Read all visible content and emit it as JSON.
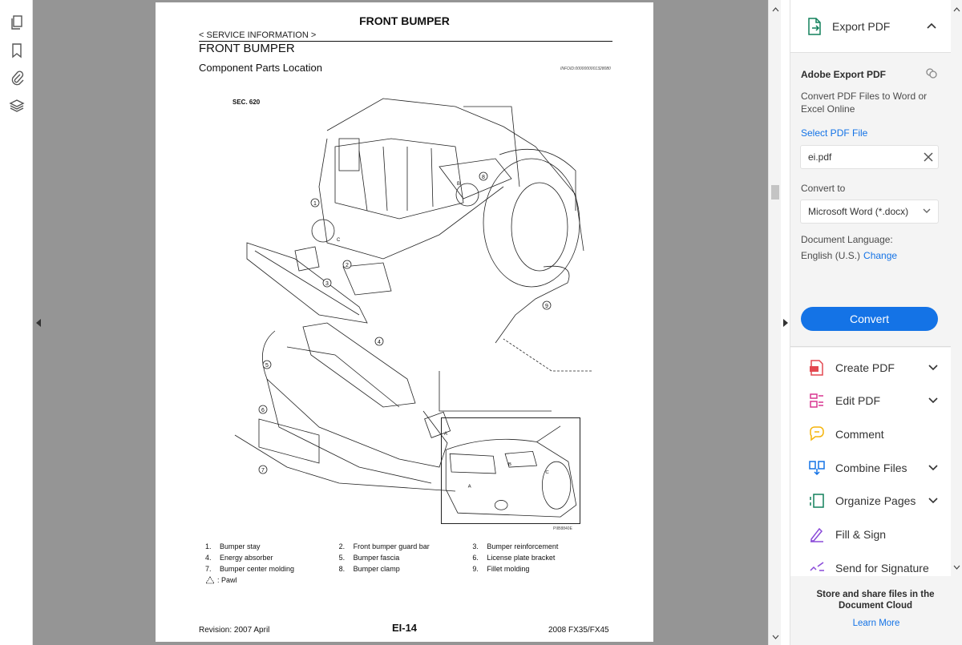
{
  "document": {
    "heading": "FRONT BUMPER",
    "section": "< SERVICE INFORMATION >",
    "title": "FRONT BUMPER",
    "subtitle": "Component Parts Location",
    "info_code": "INFOID:0000000001328080",
    "sec_label": "SEC. 620",
    "inset_code": "PIIB8840E",
    "callouts": [
      "1",
      "2",
      "3",
      "4",
      "5",
      "6",
      "7",
      "8",
      "9"
    ],
    "letters": [
      "A",
      "B",
      "C"
    ],
    "legend": [
      [
        {
          "num": "1.",
          "text": "Bumper stay"
        },
        {
          "num": "2.",
          "text": "Front bumper guard bar"
        },
        {
          "num": "3.",
          "text": "Bumper reinforcement"
        }
      ],
      [
        {
          "num": "4.",
          "text": "Energy absorber"
        },
        {
          "num": "5.",
          "text": "Bumper fascia"
        },
        {
          "num": "6.",
          "text": "License plate bracket"
        }
      ],
      [
        {
          "num": "7.",
          "text": "Bumper center molding"
        },
        {
          "num": "8.",
          "text": "Bumper clamp"
        },
        {
          "num": "9.",
          "text": "Fillet molding"
        }
      ]
    ],
    "pawl_note": ": Pawl",
    "footer": {
      "revision": "Revision: 2007 April",
      "page": "EI-14",
      "model": "2008 FX35/FX45"
    }
  },
  "left_rail": {
    "icons": [
      "pages-icon",
      "bookmark-icon",
      "attachment-icon",
      "layers-icon"
    ]
  },
  "export_panel": {
    "header_title": "Export PDF",
    "title": "Adobe Export PDF",
    "description": "Convert PDF Files to Word or Excel Online",
    "select_file_link": "Select PDF File",
    "file_name": "ei.pdf",
    "convert_to_label": "Convert to",
    "format_selected": "Microsoft Word (*.docx)",
    "language_label": "Document Language:",
    "language_value": "English (U.S.)",
    "language_change": "Change",
    "convert_button": "Convert"
  },
  "tools": [
    {
      "label": "Create PDF",
      "icon": "create-pdf-icon",
      "chevron": true,
      "color": "#e34850"
    },
    {
      "label": "Edit PDF",
      "icon": "edit-pdf-icon",
      "chevron": true,
      "color": "#d83790"
    },
    {
      "label": "Comment",
      "icon": "comment-icon",
      "chevron": false,
      "color": "#f5b40a"
    },
    {
      "label": "Combine Files",
      "icon": "combine-files-icon",
      "chevron": true,
      "color": "#1473e6"
    },
    {
      "label": "Organize Pages",
      "icon": "organize-pages-icon",
      "chevron": true,
      "color": "#12805c"
    },
    {
      "label": "Fill & Sign",
      "icon": "fill-sign-icon",
      "chevron": false,
      "color": "#8a4ad9"
    },
    {
      "label": "Send for Signature",
      "icon": "send-signature-icon",
      "chevron": false,
      "color": "#8a4ad9"
    }
  ],
  "cloud": {
    "text": "Store and share files in the Document Cloud",
    "link": "Learn More"
  },
  "colors": {
    "accent": "#1473e6",
    "viewer_bg": "#959595",
    "panel_bg": "#f4f4f4"
  }
}
